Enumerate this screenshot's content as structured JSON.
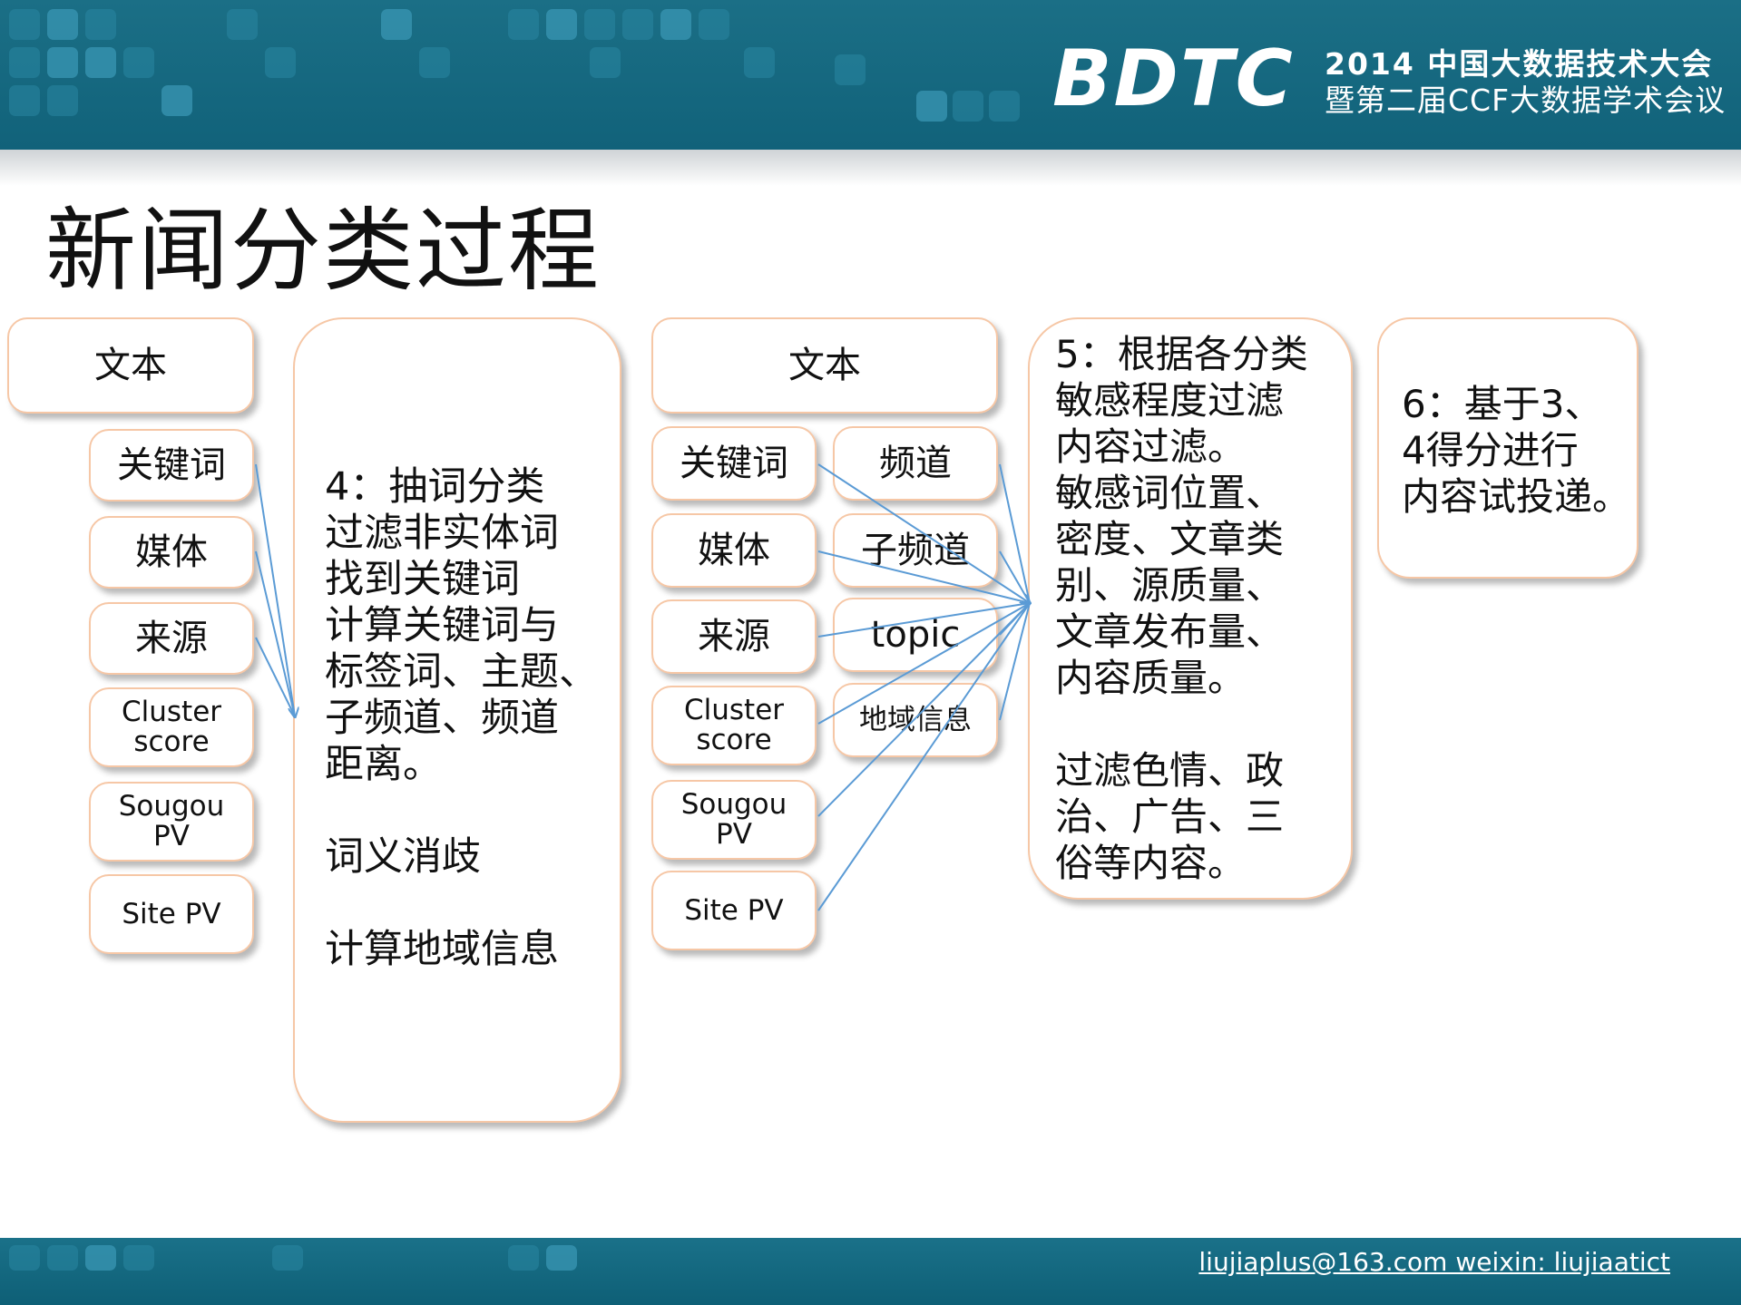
{
  "header": {
    "logo_text": "BDTC",
    "logo_line1": "2014 中国大数据技术大会",
    "logo_line2": "暨第二届CCF大数据学术会议"
  },
  "slide": {
    "title": "新闻分类过程"
  },
  "left_column": {
    "top_box": "文本",
    "items": [
      "关键词",
      "媒体",
      "来源",
      "Cluster\nscore",
      "Sougou\nPV",
      "Site PV"
    ]
  },
  "step4": {
    "text": "4：抽词分类\n过滤非实体词\n找到关键词\n计算关键词与\n标签词、主题、\n子频道、频道\n距离。\n\n词义消歧\n\n计算地域信息"
  },
  "middle_column": {
    "top_box": "文本",
    "left_items": [
      "关键词",
      "媒体",
      "来源",
      "Cluster\nscore",
      "Sougou\nPV",
      "Site PV"
    ],
    "right_items": [
      "频道",
      "子频道",
      "topic",
      "地域信息"
    ]
  },
  "step5": {
    "text": "5：根据各分类\n敏感程度过滤\n内容过滤。\n敏感词位置、\n密度、文章类\n别、源质量、\n文章发布量、\n内容质量。\n\n过滤色情、政\n治、广告、三\n俗等内容。"
  },
  "step6": {
    "text": "6：基于3、\n4得分进行\n内容试投递。"
  },
  "footer": {
    "contact": "liujiaplus@163.com  weixin: liujiaatict"
  },
  "colors": {
    "header_bg": "#11627a",
    "box_border": "#f6c7a6",
    "arrow": "#5b9bd5"
  }
}
